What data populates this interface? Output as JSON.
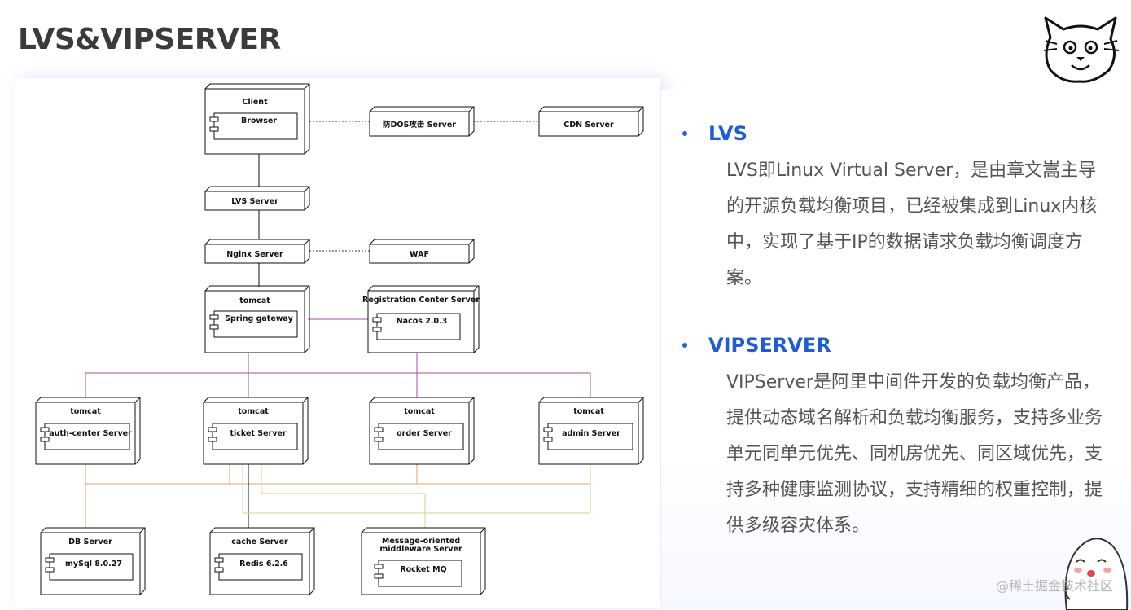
{
  "slide": {
    "title": "LVS&VIPSERVER",
    "watermark": "@稀土掘金技术社区"
  },
  "diagram": {
    "nodes": {
      "client": {
        "title": "Client",
        "component": "Browser"
      },
      "antidos": {
        "title": "防DOS攻击 Server"
      },
      "cdn": {
        "title": "CDN Server"
      },
      "lvs": {
        "title": "LVS Server"
      },
      "nginx": {
        "title": "Nginx Server"
      },
      "waf": {
        "title": "WAF"
      },
      "gateway": {
        "title": "tomcat",
        "component": "Spring gateway"
      },
      "registry": {
        "title": "Registration Center Server",
        "component": "Nacos 2.0.3"
      },
      "auth": {
        "title": "tomcat",
        "component": "auth-center Server"
      },
      "ticket": {
        "title": "tomcat",
        "component": "ticket Server"
      },
      "order": {
        "title": "tomcat",
        "component": "order Server"
      },
      "admin": {
        "title": "tomcat",
        "component": "admin Server"
      },
      "db": {
        "title": "DB Server",
        "component": "mySql 8.0.27"
      },
      "cache": {
        "title": "cache Server",
        "component": "Redis 6.2.6"
      },
      "mq": {
        "title_line1": "Message-oriented",
        "title_line2": "middleware Server",
        "component": "Rocket MQ"
      }
    },
    "colors": {
      "purple_link": "#a64ca6",
      "orange_link": "#e0a070",
      "green_link": "#c8d68a",
      "black_link": "#111111"
    }
  },
  "content": {
    "lvs": {
      "title": "LVS",
      "body": "LVS即Linux Virtual Server，是由章文嵩主导的开源负载均衡项目，已经被集成到Linux内核中，实现了基于IP的数据请求负载均衡调度方案。"
    },
    "vipserver": {
      "title": "VIPSERVER",
      "body": "VIPServer是阿里中间件开发的负载均衡产品，提供动态域名解析和负载均衡服务，支持多业务单元同单元优先、同机房优先、同区域优先，支持多种健康监测协议，支持精细的权重控制，提供多级容灾体系。"
    }
  },
  "icons": {
    "top_right": "cat-doodle-icon",
    "bottom_right": "blob-mascot-icon"
  }
}
